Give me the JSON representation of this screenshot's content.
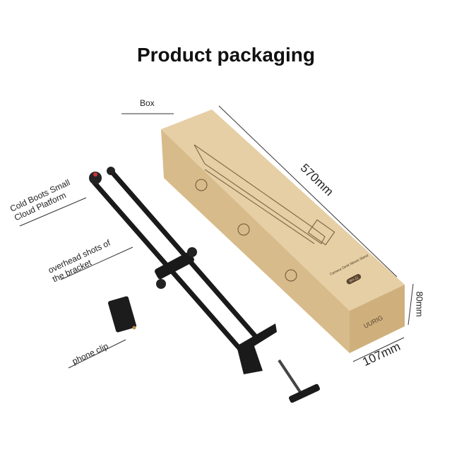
{
  "title": "Product packaging",
  "labels": {
    "box": "Box",
    "cold_boots": "Cold Boots Small\nCloud Platform",
    "overhead": "overhead shots of\nthe bracket",
    "phone_clip": "phone clip"
  },
  "dimensions": {
    "length": "570mm",
    "height": "80mm",
    "width": "107mm"
  },
  "box_print": {
    "brand": "UURIG",
    "product": "Camera Desk Mount Stand",
    "model": "BH-11"
  },
  "colors": {
    "kraft": "#d8bb8a",
    "kraft_top": "#e6cfa5",
    "kraft_end": "#cfb07c",
    "metal": "#1a1a1a"
  }
}
